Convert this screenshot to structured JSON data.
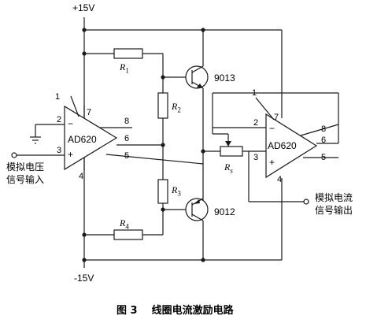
{
  "power": {
    "pos": "+15V",
    "neg": "-15V"
  },
  "amp_left": {
    "name": "AD620",
    "pins": {
      "p1": "1",
      "p2": "2",
      "p3": "3",
      "p4": "4",
      "p5": "5",
      "p6": "6",
      "p7": "7",
      "p8": "8"
    },
    "minus": "−",
    "plus": "+"
  },
  "amp_right": {
    "name": "AD620",
    "pins": {
      "p1": "1",
      "p2": "2",
      "p3": "3",
      "p4": "4",
      "p5": "5",
      "p6": "6",
      "p7": "7",
      "p8": "8"
    },
    "minus": "−",
    "plus": "+"
  },
  "resistors": {
    "r1": {
      "letter": "R",
      "sub": "1"
    },
    "r2": {
      "letter": "R",
      "sub": "2"
    },
    "r3": {
      "letter": "R",
      "sub": "3"
    },
    "r4": {
      "letter": "R",
      "sub": "4"
    },
    "rs": {
      "letter": "R",
      "sub": "s"
    }
  },
  "transistors": {
    "q1": "9013",
    "q2": "9012"
  },
  "io": {
    "input_line1": "模拟电压",
    "input_line2": "信号输入",
    "output_line1": "模拟电流",
    "output_line2": "信号输出"
  },
  "caption": "图 3    线圈电流激励电路"
}
